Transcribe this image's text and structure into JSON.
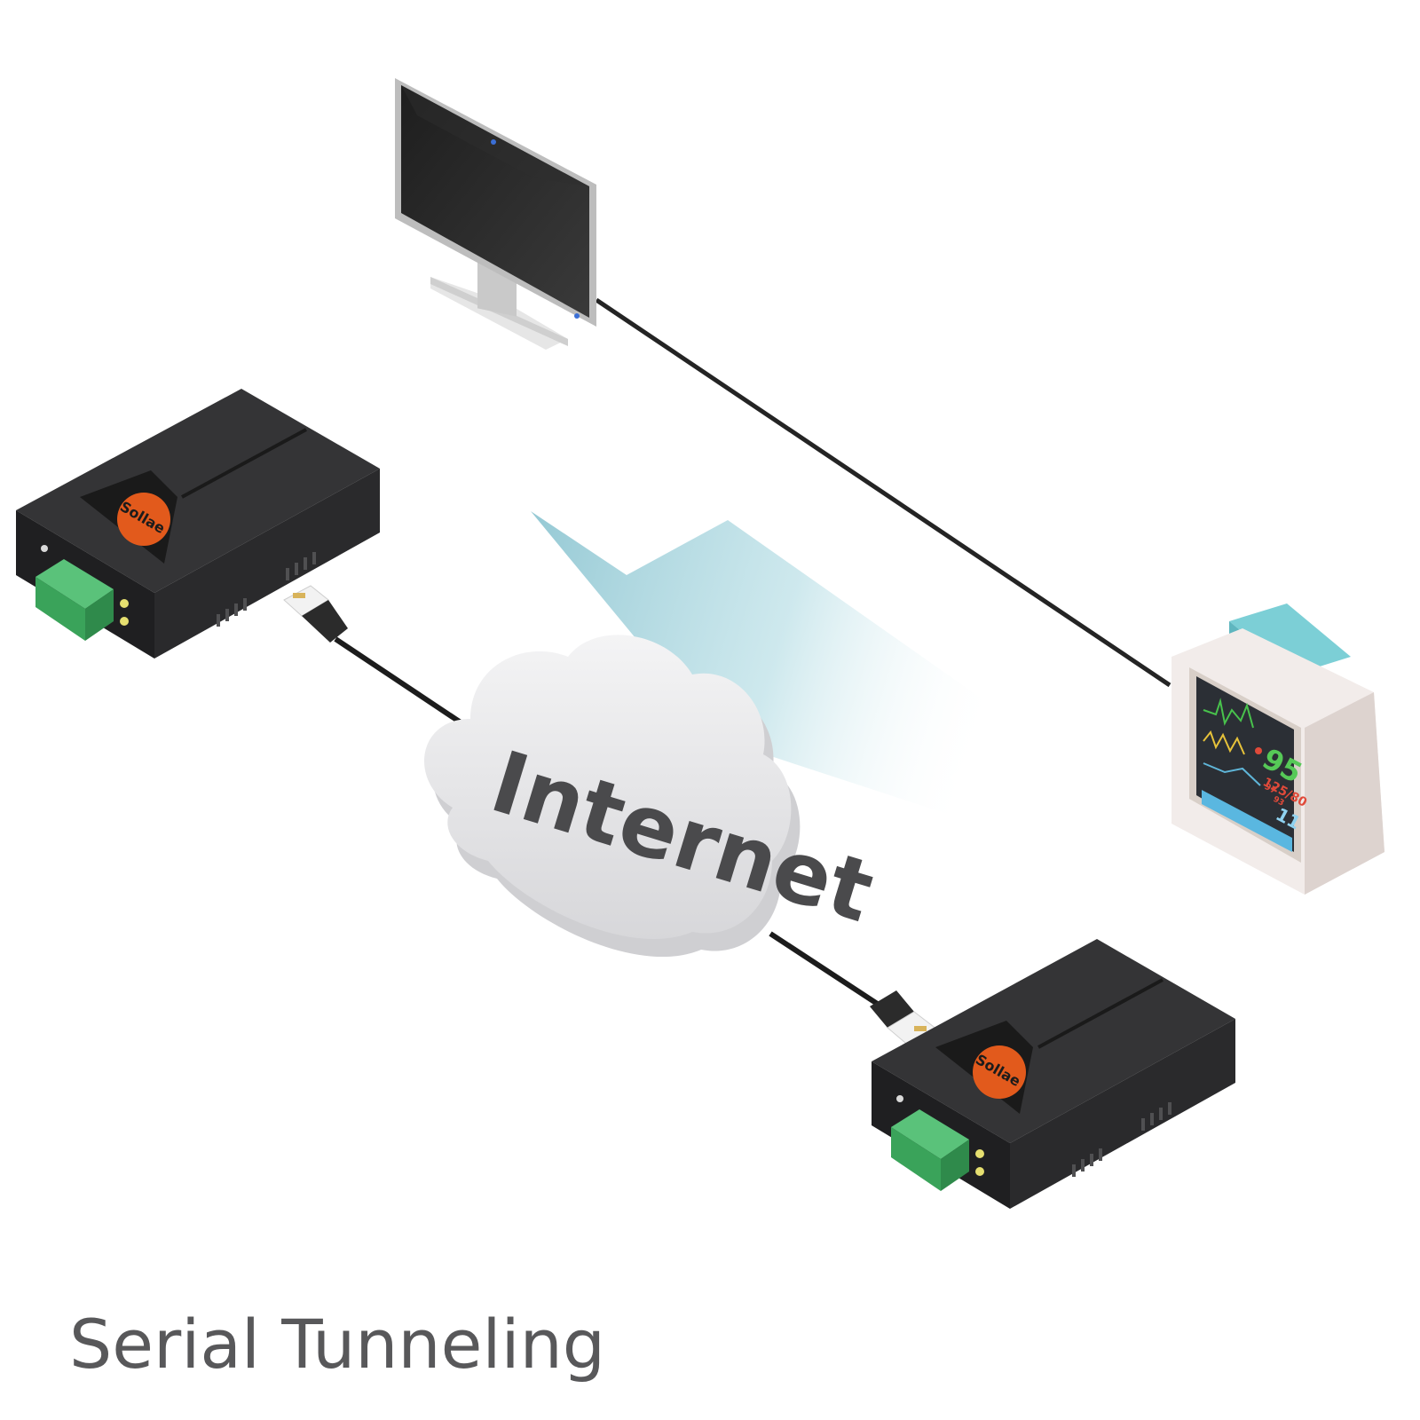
{
  "caption": "Serial Tunneling",
  "cloud": {
    "label": "Internet"
  },
  "devices": {
    "top_left": {
      "brand": "Sollae"
    },
    "bottom_right": {
      "brand": "Sollae"
    }
  },
  "patient_monitor": {
    "heart_rate": "95",
    "heart_rate_unit": "97",
    "blood_pressure": "125/80",
    "pressure_sub": "93",
    "resp_rate": "11"
  },
  "colors": {
    "device_body": "#2a2a2c",
    "device_logo": "#e25a1c",
    "terminal_block": "#3aa35a",
    "cloud": "#e4e4e6",
    "signal_beam": "#a8d3dc",
    "monitor_case": "#efe9e6",
    "monitor_top": "#7ccfd6",
    "cable": "#222222"
  }
}
